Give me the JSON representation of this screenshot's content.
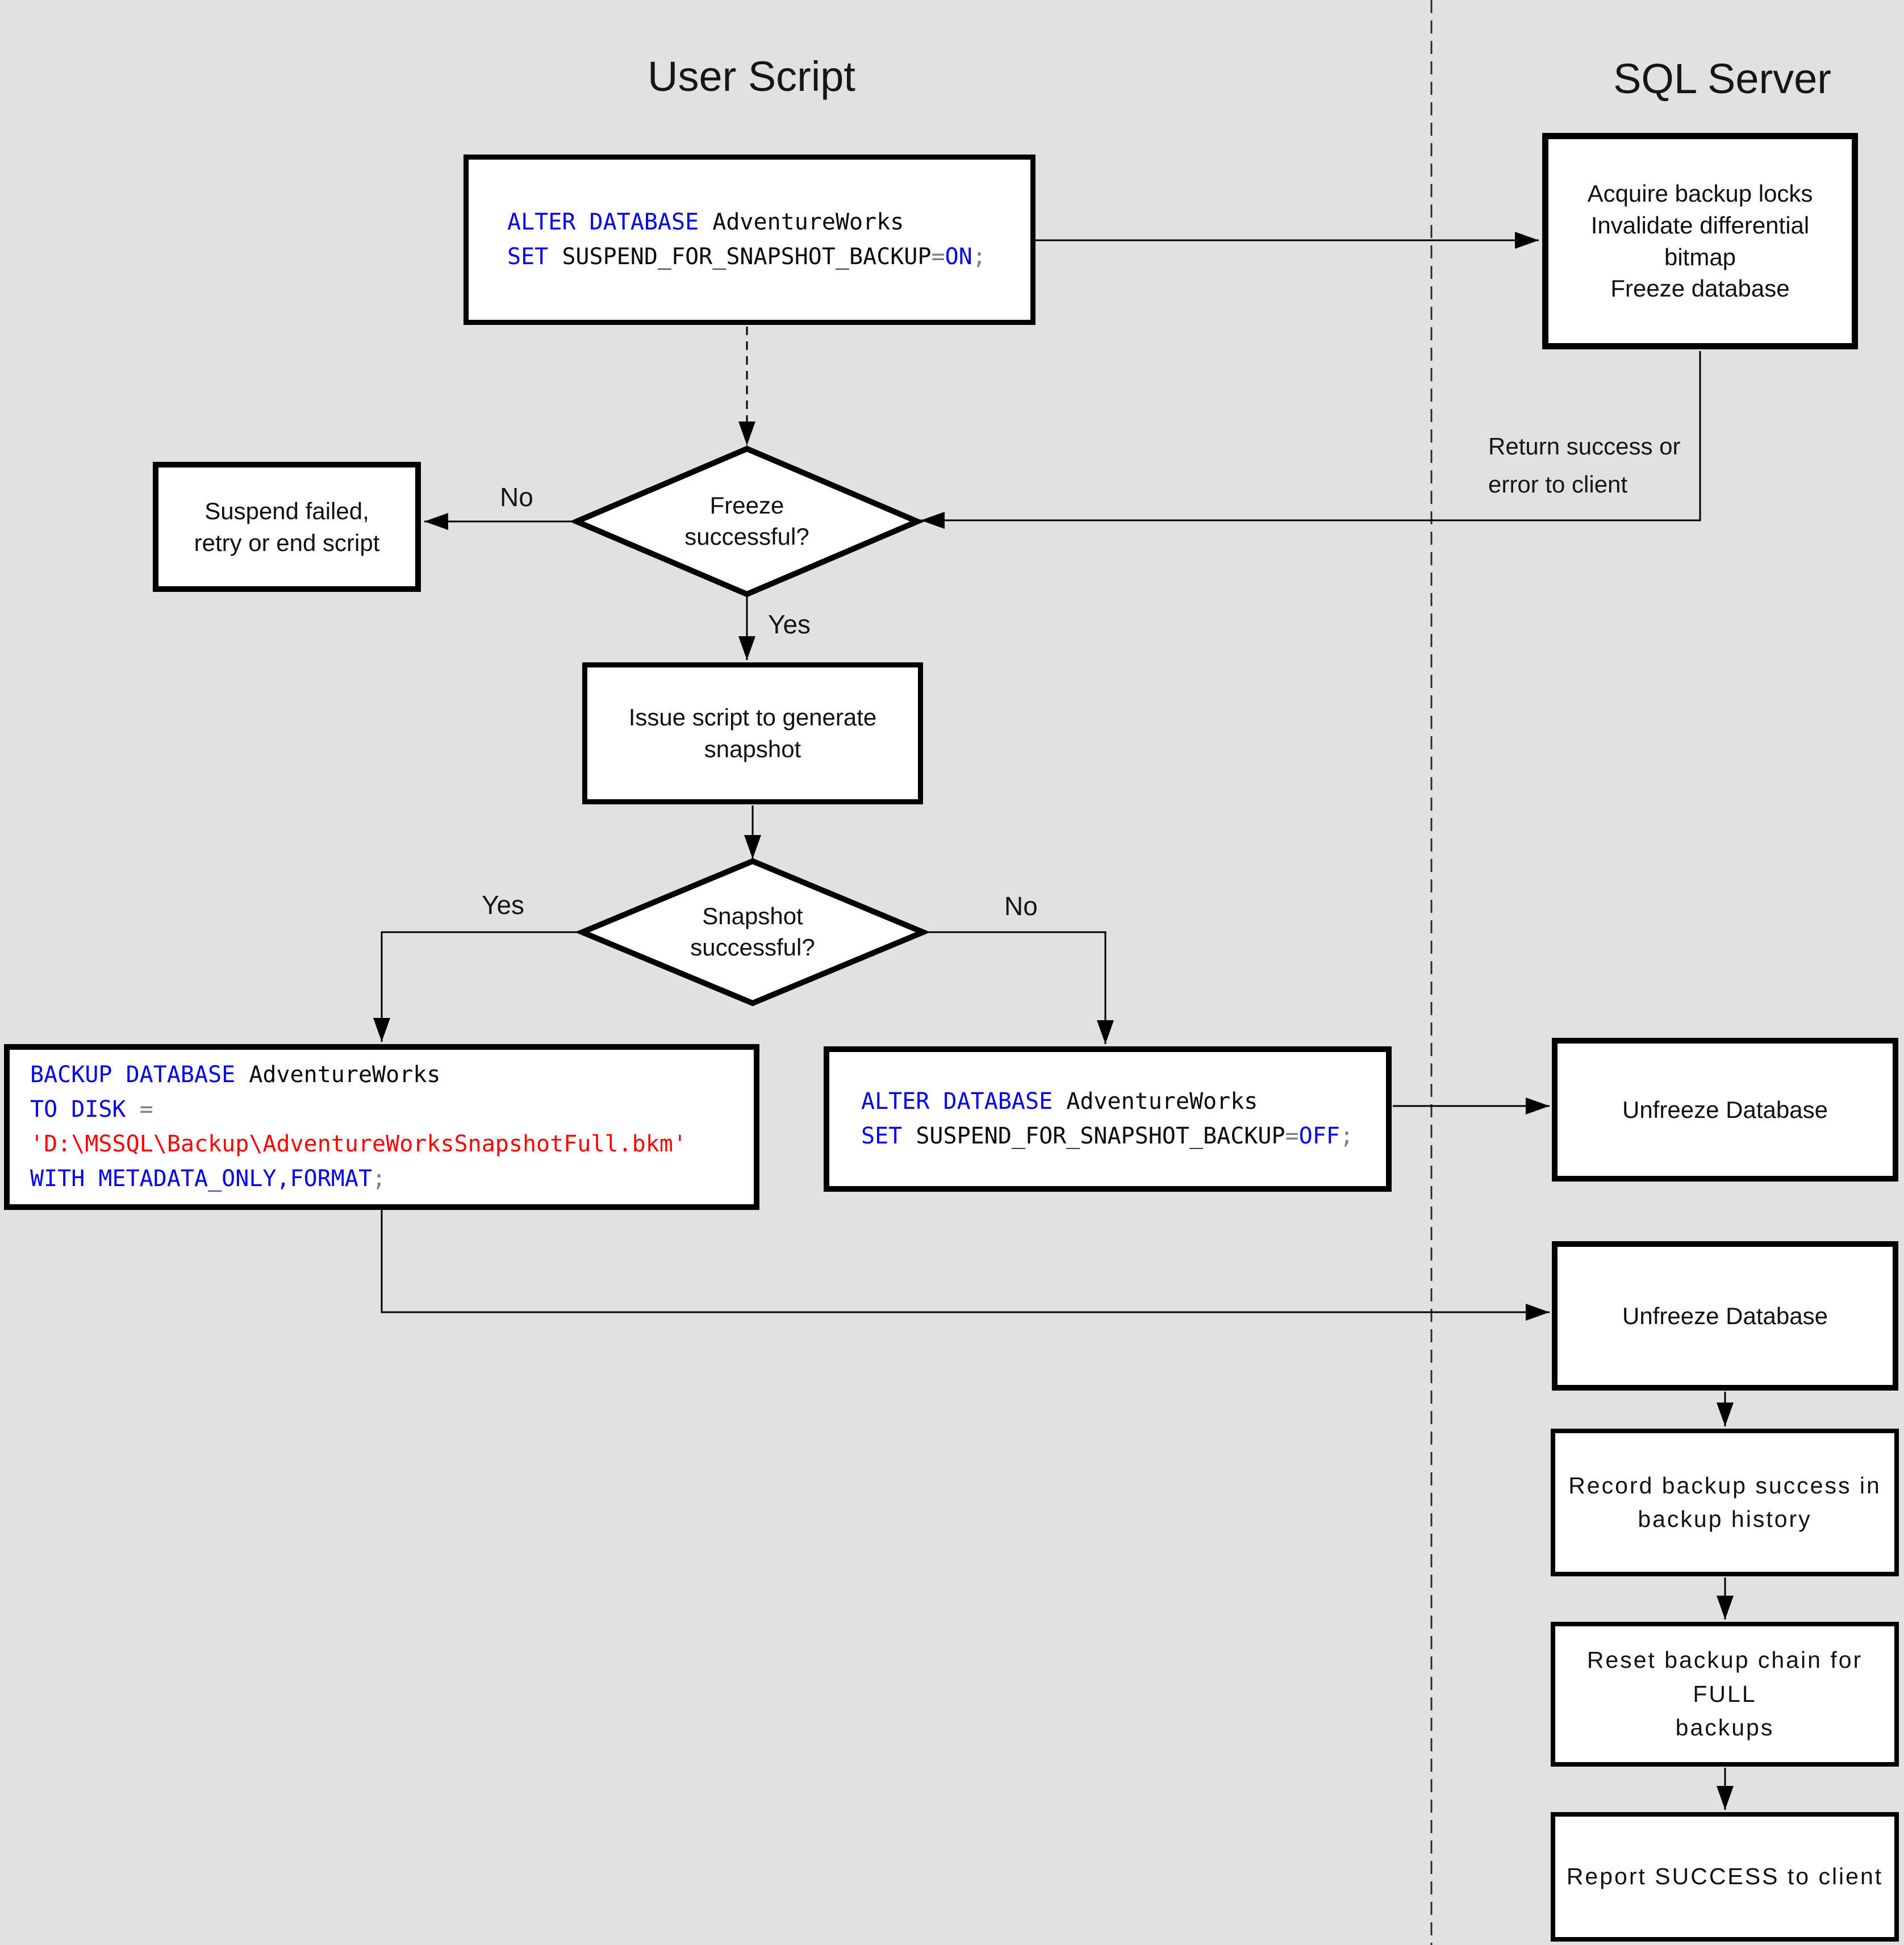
{
  "colors": {
    "background": "#e1e1e1",
    "box_fill": "#ffffff",
    "box_border": "#000000",
    "keyword": "#0000ee",
    "identifier": "#0a0a0a",
    "string": "#ff0000",
    "operator": "#808080",
    "connector": "#000000"
  },
  "titles": {
    "left": "User Script",
    "right": "SQL Server"
  },
  "edge_labels": {
    "freeze_no": "No",
    "freeze_yes": "Yes",
    "snapshot_yes": "Yes",
    "snapshot_no": "No",
    "return_note_line1": "Return success or",
    "return_note_line2": "error to client"
  },
  "nodes": {
    "alter_on": {
      "lines": [
        [
          {
            "t": "ALTER DATABASE ",
            "c": "kw"
          },
          {
            "t": "AdventureWorks",
            "c": "id"
          }
        ],
        [
          {
            "t": "SET ",
            "c": "kw"
          },
          {
            "t": "SUSPEND_FOR_SNAPSHOT_BACKUP",
            "c": "id"
          },
          {
            "t": "=",
            "c": "op"
          },
          {
            "t": "ON",
            "c": "kw"
          },
          {
            "t": ";",
            "c": "op"
          }
        ]
      ]
    },
    "acquire": {
      "lines": [
        "Acquire backup locks",
        "Invalidate differential bitmap",
        "Freeze database"
      ]
    },
    "freeze_q": {
      "lines": [
        "Freeze",
        "successful?"
      ]
    },
    "suspend_failed": {
      "lines": [
        "Suspend failed,",
        "retry or end script"
      ]
    },
    "issue_script": {
      "lines": [
        "Issue script to generate",
        "snapshot"
      ]
    },
    "snapshot_q": {
      "lines": [
        "Snapshot",
        "successful?"
      ]
    },
    "backup": {
      "lines": [
        [
          {
            "t": "BACKUP DATABASE ",
            "c": "kw"
          },
          {
            "t": "AdventureWorks",
            "c": "id"
          }
        ],
        [
          {
            "t": "TO DISK ",
            "c": "kw"
          },
          {
            "t": "=",
            "c": "op"
          }
        ],
        [
          {
            "t": "'D:\\MSSQL\\Backup\\AdventureWorksSnapshotFull.bkm'",
            "c": "str"
          }
        ],
        [
          {
            "t": "WITH METADATA_ONLY,FORMAT",
            "c": "kw"
          },
          {
            "t": ";",
            "c": "op"
          }
        ]
      ]
    },
    "alter_off": {
      "lines": [
        [
          {
            "t": "ALTER DATABASE ",
            "c": "kw"
          },
          {
            "t": "AdventureWorks",
            "c": "id"
          }
        ],
        [
          {
            "t": "SET ",
            "c": "kw"
          },
          {
            "t": "SUSPEND_FOR_SNAPSHOT_BACKUP",
            "c": "id"
          },
          {
            "t": "=",
            "c": "op"
          },
          {
            "t": "OFF",
            "c": "kw"
          },
          {
            "t": ";",
            "c": "op"
          }
        ]
      ]
    },
    "unfreeze_1": {
      "label": "Unfreeze Database"
    },
    "unfreeze_2": {
      "label": "Unfreeze Database"
    },
    "record_history": {
      "lines": [
        "Record backup success in",
        "backup history"
      ]
    },
    "reset_chain": {
      "lines": [
        "Reset backup chain for FULL",
        "backups"
      ]
    },
    "report_success": {
      "label": "Report SUCCESS to client"
    }
  }
}
